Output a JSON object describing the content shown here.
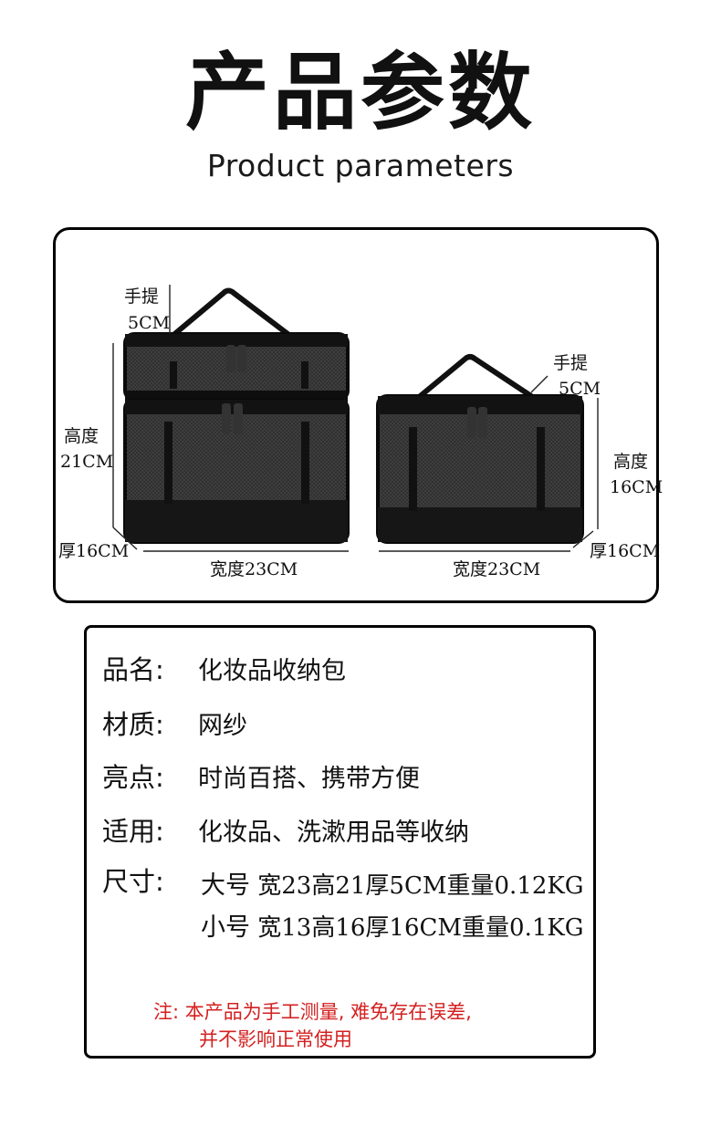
{
  "title_cn": "产品参数",
  "title_en": "Product parameters",
  "figure": {
    "large_bag": {
      "handle_label": "手提",
      "handle_value": "5CM",
      "height_label": "高度",
      "height_value": "21CM",
      "depth_label": "厚16CM",
      "width_label": "宽度23CM"
    },
    "small_bag": {
      "handle_label": "手提",
      "handle_value": "5CM",
      "height_label": "高度",
      "height_value": "16CM",
      "depth_label": "厚16CM",
      "width_label": "宽度23CM"
    }
  },
  "specs": {
    "name_label": "品名:",
    "name_value": "化妆品收纳包",
    "material_label": "材质:",
    "material_value": "网纱",
    "highlight_label": "亮点:",
    "highlight_value": "时尚百搭、携带方便",
    "usage_label": "适用:",
    "usage_value": "化妆品、洗漱用品等收纳",
    "size_label": "尺寸:",
    "size_large_tag": "大号",
    "size_large_spec": "宽23高21厚5CM重量0.12KG",
    "size_small_tag": "小号",
    "size_small_spec": "宽13高16厚16CM重量0.1KG"
  },
  "note": {
    "line1": "注: 本产品为手工测量, 难免存在误差,",
    "line2": "并不影响正常使用"
  },
  "colors": {
    "note_red": "#d42020",
    "bag_black": "#141414",
    "mesh_gray": "#3a3a3a"
  }
}
